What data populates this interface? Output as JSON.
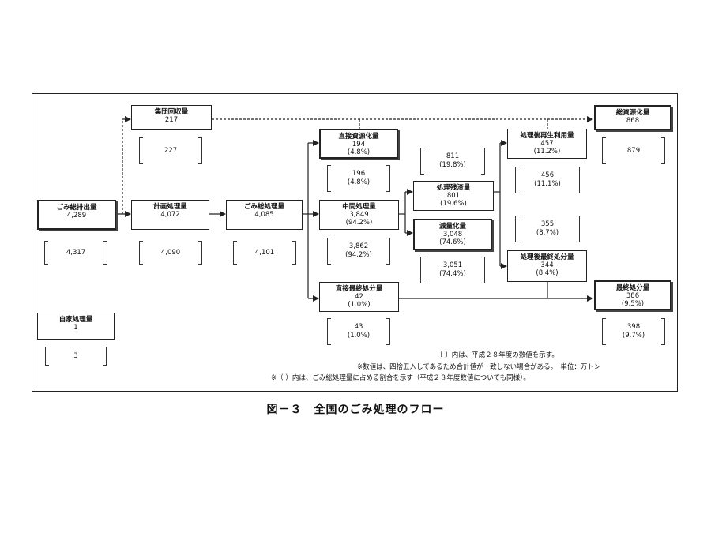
{
  "nodes": {
    "gomi_haishutsu": {
      "label": "ごみ総排出量",
      "value": "4,289",
      "prev": "4,317"
    },
    "shudan_kaishu": {
      "label": "集団回収量",
      "value": "217",
      "prev": "227"
    },
    "keikaku_shori": {
      "label": "計画処理量",
      "value": "4,072",
      "prev": "4,090"
    },
    "gomi_sou_shori": {
      "label": "ごみ総処理量",
      "value": "4,085",
      "prev": "4,101"
    },
    "jika_shori": {
      "label": "自家処理量",
      "value": "1",
      "prev": "3"
    },
    "chokusetsu_shigenka": {
      "label": "直接資源化量",
      "value": "194",
      "pct": "(4.8%)",
      "prev": "196",
      "prev_pct": "(4.8%)"
    },
    "chukan_shori": {
      "label": "中間処理量",
      "value": "3,849",
      "pct": "(94.2%)",
      "prev": "3,862",
      "prev_pct": "(94.2%)"
    },
    "chokusetsu_saishu": {
      "label": "直接最終処分量",
      "value": "42",
      "pct": "(1.0%)",
      "prev": "43",
      "prev_pct": "(1.0%)"
    },
    "shori_zansa": {
      "label": "処理残渣量",
      "value": "801",
      "pct": "(19.6%)",
      "prev": "811",
      "prev_pct": "(19.8%)"
    },
    "genryoka": {
      "label": "減量化量",
      "value": "3,048",
      "pct": "(74.6%)",
      "prev": "3,051",
      "prev_pct": "(74.4%)"
    },
    "saisei_riyo": {
      "label": "処理後再生利用量",
      "value": "457",
      "pct": "(11.2%)",
      "prev": "456",
      "prev_pct": "(11.1%)"
    },
    "shorigo_saishu": {
      "label": "処理後最終処分量",
      "value": "344",
      "pct": "(8.4%)",
      "prev": "355",
      "prev_pct": "(8.7%)"
    },
    "sou_shigenka": {
      "label": "総資源化量",
      "value": "868",
      "prev": "879"
    },
    "saishu_shobun": {
      "label": "最終処分量",
      "value": "386",
      "pct": "(9.5%)",
      "prev": "398",
      "prev_pct": "(9.7%)"
    }
  },
  "notes": {
    "line1": "〔 〕内は、平成２８年度の数値を示す。",
    "line2": "※数値は、四捨五入してあるため合計値が一致しない場合がある。　単位：万トン",
    "line3": "※（ ）内は、ごみ総処理量に占める割合を示す（平成２８年度数値についても同様）。"
  },
  "caption": "図－３　全国のごみ処理のフロー"
}
